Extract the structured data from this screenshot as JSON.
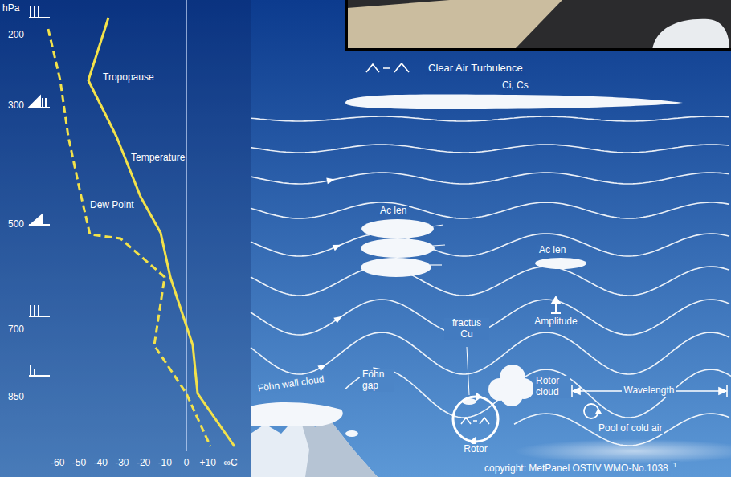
{
  "diagram": {
    "labels": [
      "hPa",
      "200",
      "300",
      "500",
      "700",
      "850",
      "Tropopause",
      "Temperature",
      "Dew Point",
      "-60",
      "-50",
      "-40",
      "-30",
      "-20",
      "-10",
      "0",
      "+10",
      "∞C",
      "Clear Air Turbulence",
      "Ci, Cs",
      "Ac len",
      "Ac len",
      "Amplitude",
      "fractus Cu",
      "Föhn wall cloud",
      "Föhn gap",
      "Rotor cloud",
      "Rotor",
      "Wavelength",
      "Pool of cold air",
      "copyright: MetPanel OSTIV WMO-No.1038",
      "1"
    ]
  }
}
